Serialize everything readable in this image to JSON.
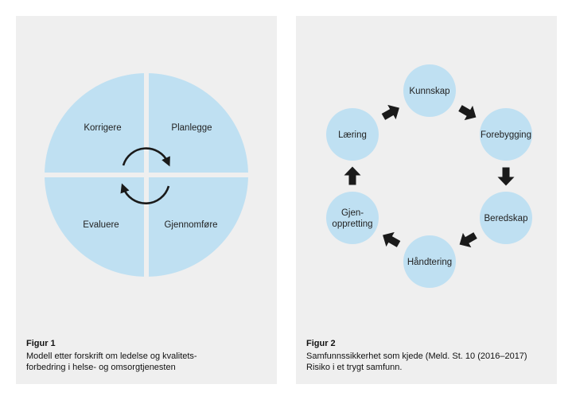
{
  "colors": {
    "panel": "#efefef",
    "circle": "#bfe0f2",
    "arrow": "#1a1a1a"
  },
  "figure1": {
    "caption_title": "Figur 1",
    "caption_lines": [
      "Modell etter forskrift om ledelse og kvalitets-",
      "forbedring i helse- og omsorgtjenesten"
    ],
    "quadrants": {
      "top_left": "Korrigere",
      "top_right": "Planlegge",
      "bottom_left": "Evaluere",
      "bottom_right": "Gjennomføre"
    },
    "icon": "cycle-arrows-icon"
  },
  "figure2": {
    "caption_title": "Figur 2",
    "caption_lines": [
      "Samfunnssikkerhet som kjede (Meld. St. 10 (2016–2017)",
      "Risiko i et trygt samfunn."
    ],
    "nodes": [
      {
        "lines": [
          "Kunnskap"
        ]
      },
      {
        "lines": [
          "Forebygging"
        ]
      },
      {
        "lines": [
          "Beredskap"
        ]
      },
      {
        "lines": [
          "Håndtering"
        ]
      },
      {
        "lines": [
          "Gjen-",
          "oppretting"
        ]
      },
      {
        "lines": [
          "Læring"
        ]
      }
    ],
    "icon": "arrow-icon"
  }
}
